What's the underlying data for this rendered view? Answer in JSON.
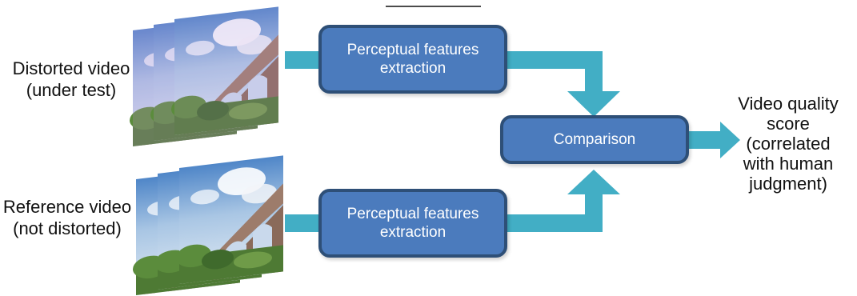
{
  "inputs": {
    "distorted": {
      "label": "Distorted video (under test)"
    },
    "reference": {
      "label": "Reference video (not distorted)"
    }
  },
  "steps": {
    "extract_top": {
      "label": "Perceptual features extraction"
    },
    "extract_bottom": {
      "label": "Perceptual features extraction"
    },
    "compare": {
      "label": "Comparison"
    }
  },
  "output": {
    "label": "Video quality score (correlated with human judgment)"
  },
  "colors": {
    "arrow": "#42aec5",
    "box_fill": "#4b7bbd",
    "box_border": "#2e4f77",
    "text": "#111111"
  }
}
